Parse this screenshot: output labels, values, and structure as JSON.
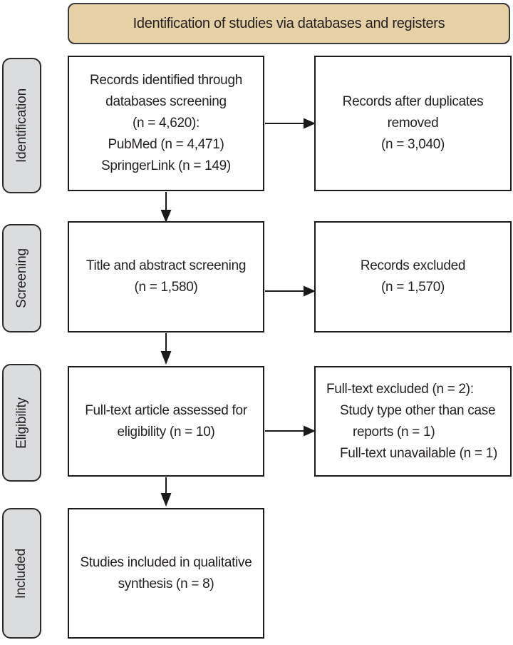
{
  "banner": {
    "label": "Identification of studies via databases and registers"
  },
  "stages": [
    {
      "label": "Identification"
    },
    {
      "label": "Screening"
    },
    {
      "label": "Eligibility"
    },
    {
      "label": "Included"
    }
  ],
  "boxes": {
    "identified": {
      "lines": [
        "Records identified through",
        "databases screening",
        "(n = 4,620):",
        "PubMed (n = 4,471)",
        "SpringerLink (n = 149)"
      ]
    },
    "duplicates_removed": {
      "lines": [
        "Records after duplicates",
        "removed",
        "(n = 3,040)"
      ]
    },
    "title_abstract": {
      "lines": [
        "Title and abstract screening",
        "(n = 1,580)"
      ]
    },
    "records_excluded": {
      "lines": [
        "Records excluded",
        "(n = 1,570)"
      ]
    },
    "fulltext_assessed": {
      "lines": [
        "Full-text article assessed for",
        "eligibility (n = 10)"
      ]
    },
    "fulltext_excluded": {
      "lines": [
        "Full-text excluded (n = 2):",
        "Study type other than case",
        "reports (n = 1)",
        "Full-text unavailable (n = 1)"
      ]
    },
    "included": {
      "lines": [
        "Studies included in qualitative",
        "synthesis (n = 8)"
      ]
    }
  },
  "colors": {
    "banner_fill": "#e6d1a6",
    "banner_border": "#3a3a3a",
    "stage_fill": "#dadcde",
    "stage_border": "#2b2b2b",
    "box_border": "#1b1b1b",
    "arrow": "#1a1a1a",
    "text": "#231f20",
    "background": "#ffffff"
  }
}
